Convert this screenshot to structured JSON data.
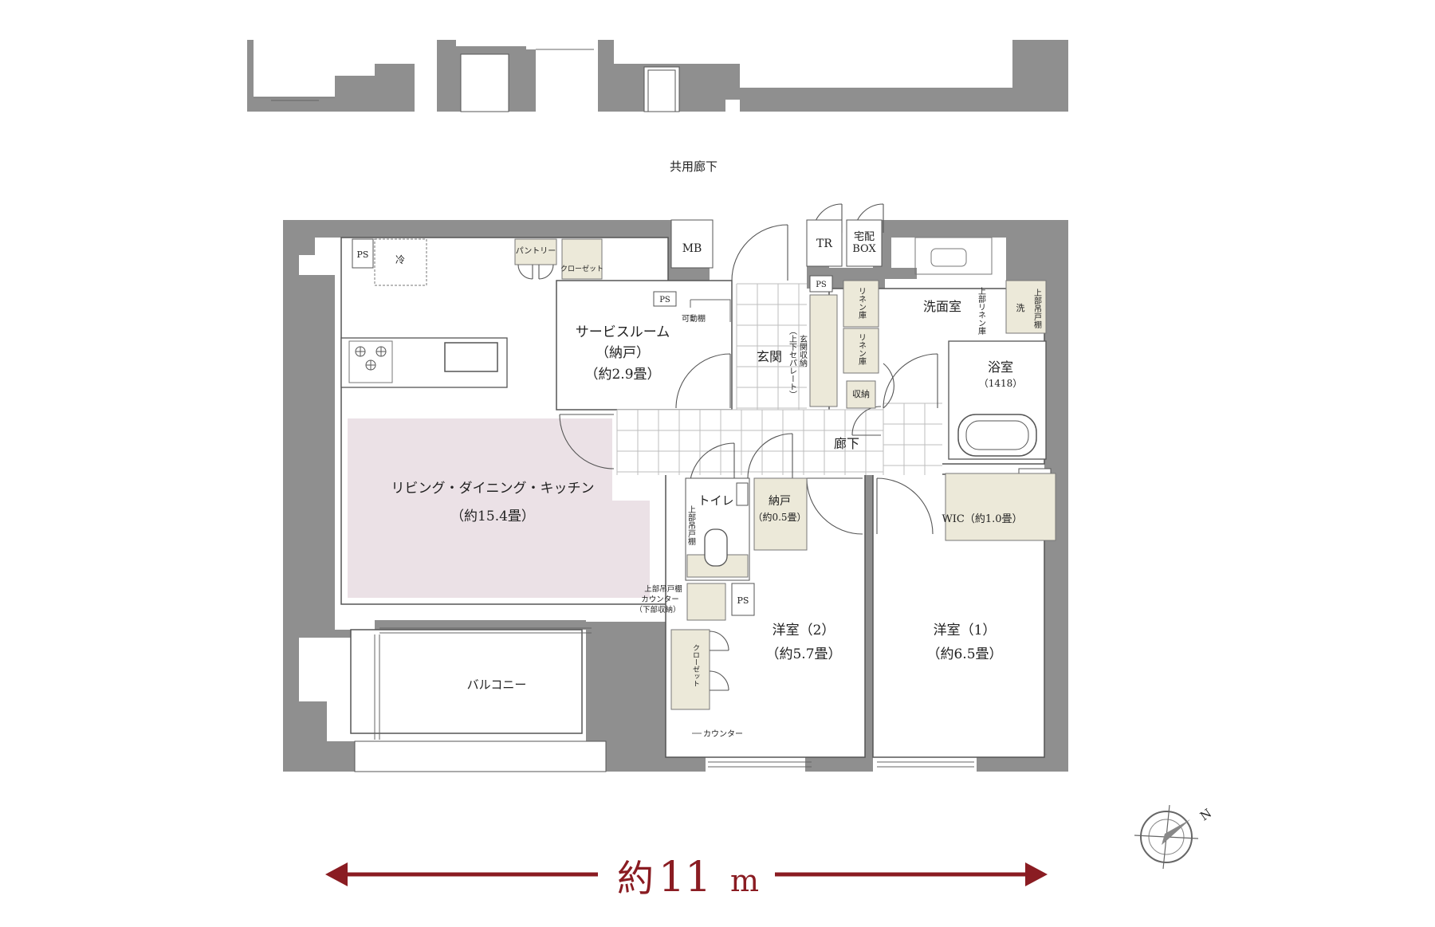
{
  "corridor_label": "共用廊下",
  "rooms": {
    "ldk": {
      "name": "リビング・ダイニング・キッチン",
      "size": "（約15.4畳）",
      "highlight_color": "#ebe1e6"
    },
    "service": {
      "name": "サービスルーム",
      "sub": "（納戸）",
      "size": "（約2.9畳）"
    },
    "bedroom2": {
      "name": "洋室（2）",
      "size": "（約5.7畳）"
    },
    "bedroom1": {
      "name": "洋室（1）",
      "size": "（約6.5畳）"
    },
    "balcony": "バルコニー",
    "entrance": "玄関",
    "hallway": "廊下",
    "toilet": "トイレ",
    "storage_small": {
      "name": "納戸",
      "size": "（約0.5畳）"
    },
    "washroom": "洗面室",
    "bathroom": {
      "name": "浴室",
      "size": "（1418）"
    },
    "wic": "WIC（約1.0畳）"
  },
  "fixtures": {
    "ps": "PS",
    "mb": "MB",
    "tr": "TR",
    "delivery_box_1": "宅配",
    "delivery_box_2": "BOX",
    "fridge": "冷",
    "pantry": "パントリー",
    "closet": "クローゼット",
    "movable_shelf": "可動棚",
    "linen_1": "リネン庫",
    "linen_2": "リネン庫",
    "storage": "収納",
    "entrance_storage": "玄関収納",
    "separate": "（上下セパレート）",
    "upper_linen": "上部リネン庫",
    "upper_shelf": "上部吊戸棚",
    "wash": "洗",
    "toilet_shelf": "上部吊戸棚",
    "counter_1": "上部吊戸棚",
    "counter_2": "カウンター",
    "counter_3": "（下部収納）",
    "counter_bottom": "カウンター"
  },
  "dimension": {
    "prefix": "約",
    "value": "11",
    "unit": "m",
    "color": "#8a1c22"
  },
  "compass": {
    "label": "N"
  }
}
